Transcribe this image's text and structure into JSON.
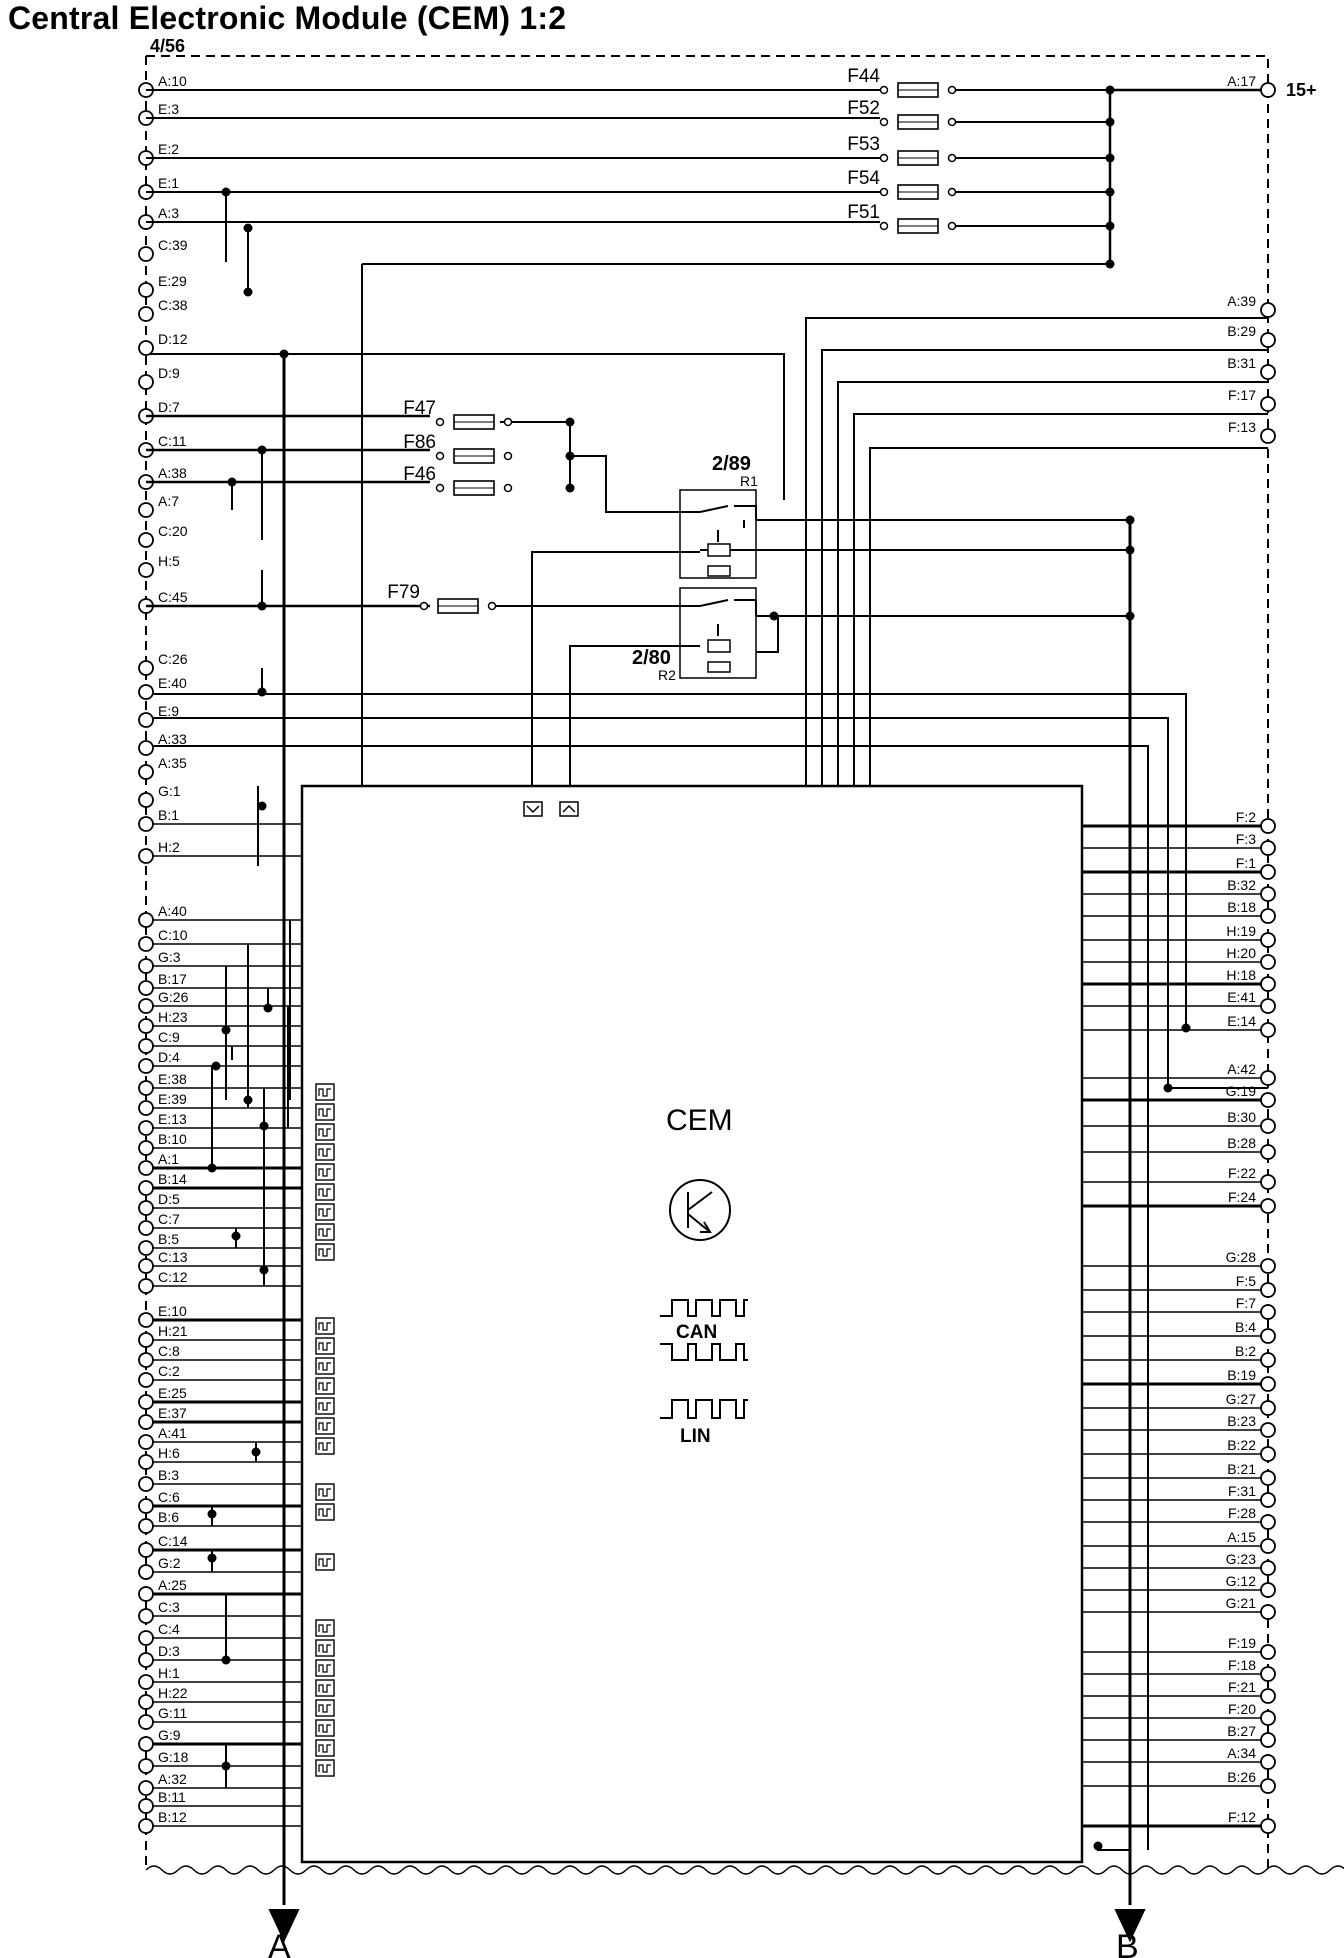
{
  "title": "Central Electronic Module (CEM) 1:2",
  "page_ref": "4/56",
  "supply_label": "15+",
  "module_label": "CEM",
  "bus_labels": {
    "can": "CAN",
    "lin": "LIN"
  },
  "relays": [
    {
      "id": "2/89",
      "sub": "R1"
    },
    {
      "id": "2/80",
      "sub": "R2"
    }
  ],
  "fuses_top": [
    "F44",
    "F52",
    "F53",
    "F54",
    "F51"
  ],
  "fuses_mid": [
    "F47",
    "F86",
    "F46"
  ],
  "fuse_f79": "F79",
  "left_pins": [
    "A:10",
    "E:3",
    "E:2",
    "E:1",
    "A:3",
    "C:39",
    "E:29",
    "C:38",
    "D:12",
    "D:9",
    "D:7",
    "C:11",
    "A:38",
    "A:7",
    "C:20",
    "H:5",
    "C:45",
    "C:26",
    "E:40",
    "E:9",
    "A:33",
    "A:35",
    "G:1",
    "B:1",
    "H:2",
    "A:40",
    "C:10",
    "G:3",
    "B:17",
    "G:26",
    "H:23",
    "C:9",
    "D:4",
    "E:38",
    "E:39",
    "E:13",
    "B:10",
    "A:1",
    "B:14",
    "D:5",
    "C:7",
    "B:5",
    "C:13",
    "C:12",
    "E:10",
    "H:21",
    "C:8",
    "C:2",
    "E:25",
    "E:37",
    "A:41",
    "H:6",
    "B:3",
    "C:6",
    "B:6",
    "C:14",
    "G:2",
    "A:25",
    "C:3",
    "C:4",
    "D:3",
    "H:1",
    "H:22",
    "G:11",
    "G:9",
    "G:18",
    "A:32",
    "B:11",
    "B:12"
  ],
  "right_pins": [
    "A:17",
    "A:39",
    "B:29",
    "B:31",
    "F:17",
    "F:13",
    "F:2",
    "F:3",
    "F:1",
    "B:32",
    "B:18",
    "H:19",
    "H:20",
    "H:18",
    "E:41",
    "E:14",
    "A:42",
    "G:19",
    "B:30",
    "B:28",
    "F:22",
    "F:24",
    "G:28",
    "F:5",
    "F:7",
    "B:4",
    "B:2",
    "B:19",
    "G:27",
    "B:23",
    "B:22",
    "B:21",
    "F:31",
    "F:28",
    "A:15",
    "G:23",
    "G:12",
    "G:21",
    "F:19",
    "F:18",
    "F:21",
    "F:20",
    "B:27",
    "A:34",
    "B:26",
    "F:12"
  ],
  "bottom_labels": [
    "A",
    "B"
  ]
}
